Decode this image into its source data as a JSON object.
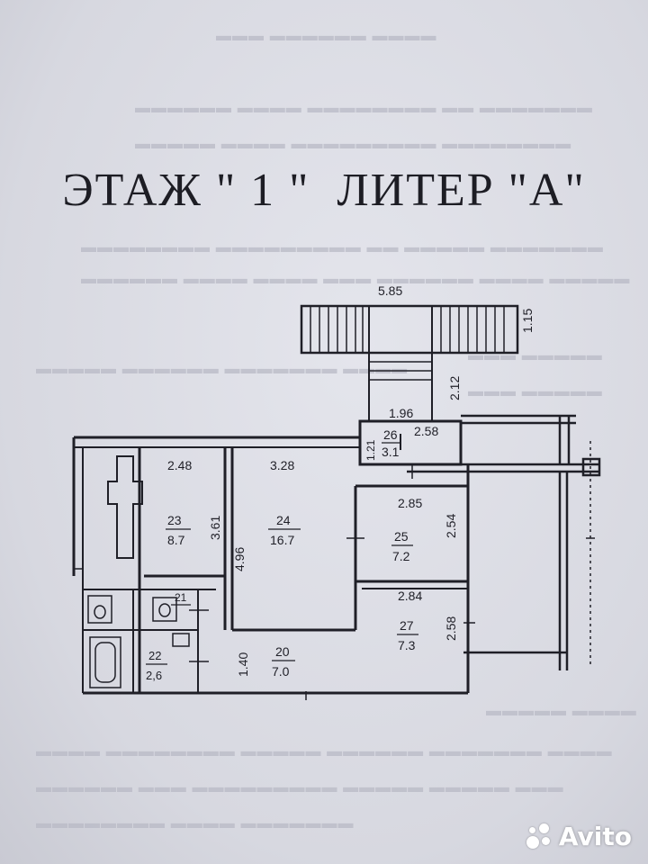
{
  "title": "ЭТАЖ \" 1 \"  ЛИТЕР \"А\"",
  "dimensions": {
    "porch_width": "5.85",
    "porch_depth": "1.15",
    "stair_length": "2.12",
    "vestibule_width": "1.96",
    "vestibule_side": "1.21",
    "vestibule_depth": "2.58",
    "room23_width": "2.48",
    "room23_depth": "3.61",
    "room24_width": "3.28",
    "room24_depth": "4.96",
    "room25_width": "2.85",
    "room25_depth": "2.54",
    "room27_width": "2.84",
    "room27_depth": "2.58",
    "corridor_width": "1.40"
  },
  "rooms": {
    "r26": {
      "num": "26",
      "area": "3.1"
    },
    "r23": {
      "num": "23",
      "area": "8.7"
    },
    "r24": {
      "num": "24",
      "area": "16.7"
    },
    "r25": {
      "num": "25",
      "area": "7.2"
    },
    "r27": {
      "num": "27",
      "area": "7.3"
    },
    "r21": {
      "num": "21"
    },
    "r22": {
      "num": "22",
      "area": "2,6"
    },
    "r20": {
      "num": "20",
      "area": "7.0"
    }
  },
  "watermark": "Avito",
  "colors": {
    "ink": "#1f1f27",
    "paper": "#dcdde4",
    "ghost_text": "#b9bac6"
  }
}
